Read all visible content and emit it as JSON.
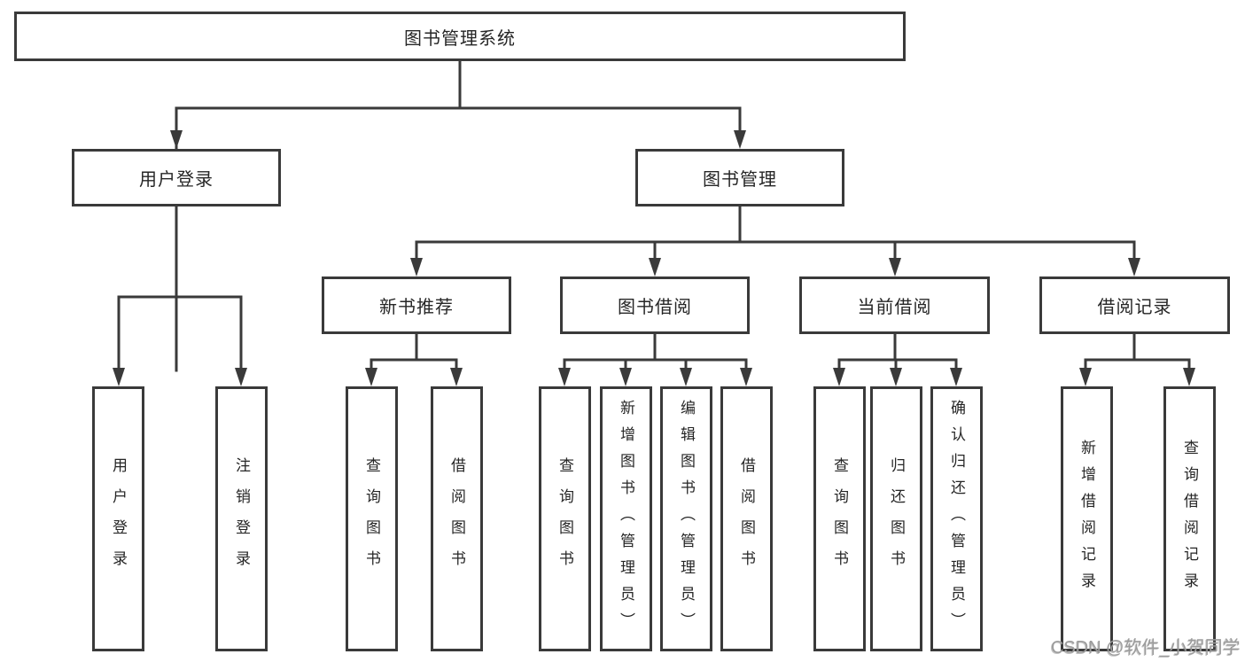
{
  "tree": {
    "root": {
      "label": "图书管理系统"
    },
    "branches": [
      {
        "label": "用户登录",
        "children": [
          {
            "label": "用户登录"
          },
          {
            "label": "注销登录"
          }
        ]
      },
      {
        "label": "图书管理",
        "sections": [
          {
            "label": "新书推荐",
            "children": [
              {
                "label": "查询图书"
              },
              {
                "label": "借阅图书"
              }
            ]
          },
          {
            "label": "图书借阅",
            "children": [
              {
                "label": "查询图书"
              },
              {
                "label": "新增图书（管理员）"
              },
              {
                "label": "编辑图书（管理员）"
              },
              {
                "label": "借阅图书"
              }
            ]
          },
          {
            "label": "当前借阅",
            "children": [
              {
                "label": "查询图书"
              },
              {
                "label": "归还图书"
              },
              {
                "label": "确认归还（管理员）"
              }
            ]
          },
          {
            "label": "借阅记录",
            "children": [
              {
                "label": "新增借阅记录"
              },
              {
                "label": "查询借阅记录"
              }
            ]
          }
        ]
      }
    ]
  },
  "watermark": {
    "text": "CSDN @软件_小贺同学"
  },
  "colors": {
    "line": "#3a3a3a",
    "box_border": "#3a3a3a",
    "text": "#262626",
    "background": "#ffffff",
    "watermark": "#9c9c9c"
  }
}
